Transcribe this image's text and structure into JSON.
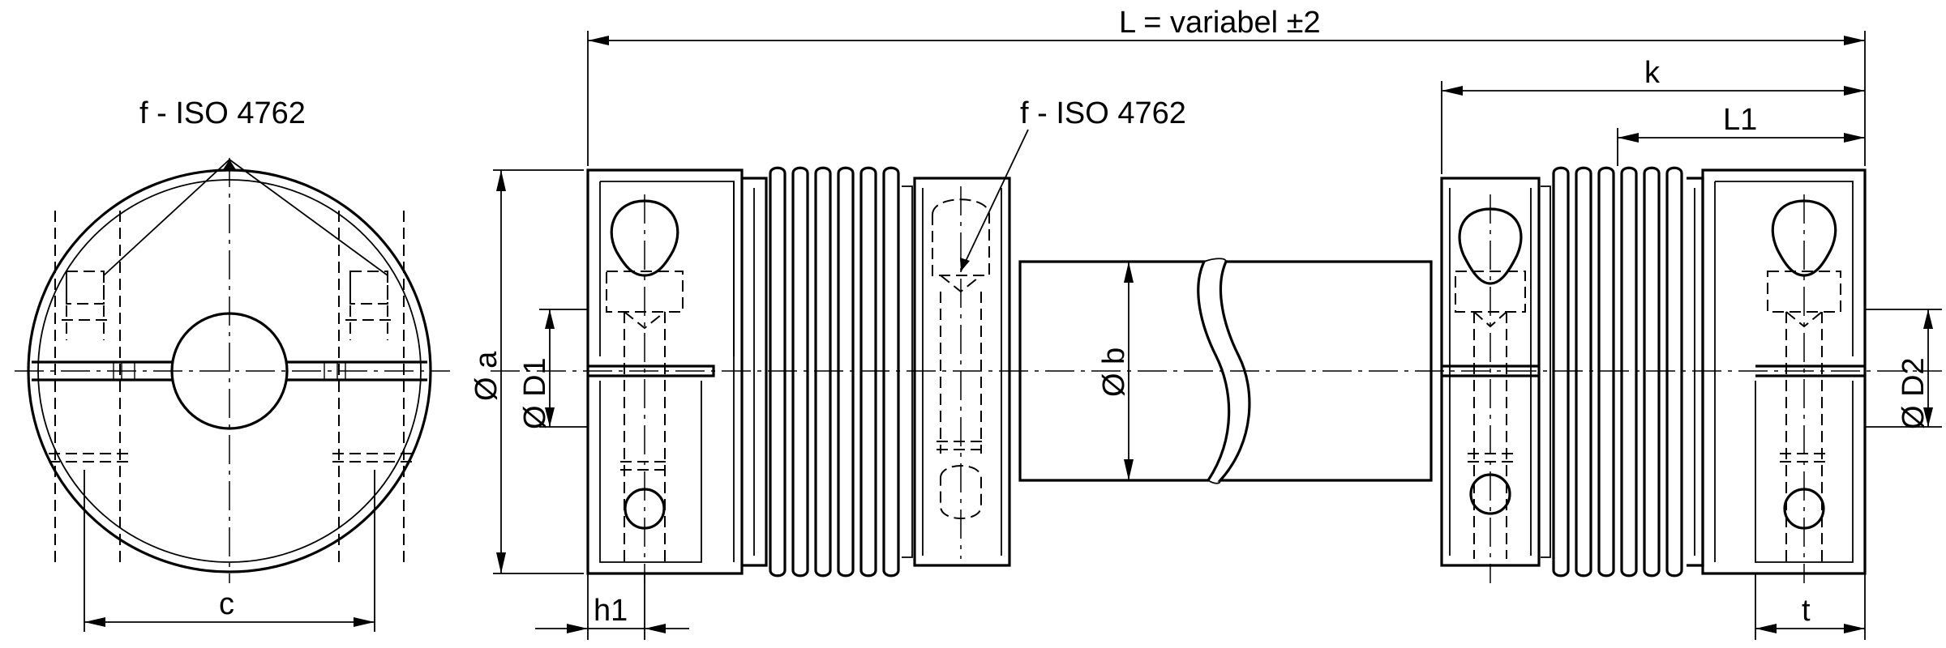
{
  "labels": {
    "length": "L = variabel ±2",
    "k": "k",
    "L1": "L1",
    "screw_left": "f - ISO 4762",
    "screw_main": "f - ISO 4762",
    "a": "Ø a",
    "D1": "Ø D1",
    "b": "Ø b",
    "D2": "Ø D2",
    "c": "c",
    "h1": "h1",
    "t": "t"
  }
}
